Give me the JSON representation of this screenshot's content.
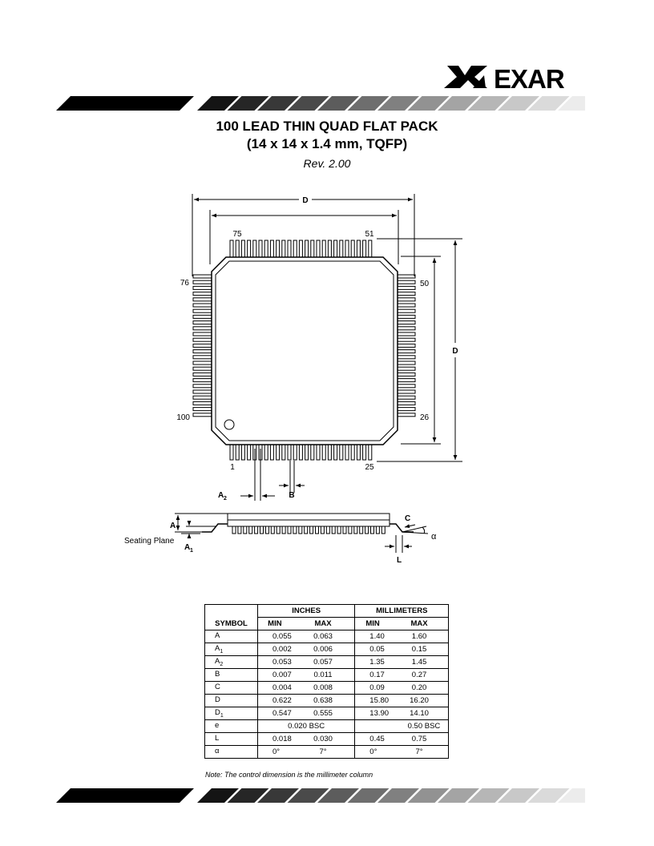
{
  "logo": {
    "text": "EXAR"
  },
  "title": {
    "line1": "100 LEAD THIN QUAD FLAT PACK",
    "line2": "(14 x 14 x 1.4 mm, TQFP)"
  },
  "revision": "Rev. 2.00",
  "diagram": {
    "dim_d_top": "D",
    "dim_d_right": "D",
    "pins": {
      "p75": "75",
      "p51": "51",
      "p76": "76",
      "p50": "50",
      "p100": "100",
      "p26": "26",
      "p1": "1",
      "p25": "25"
    },
    "labels": {
      "a2_main": "A",
      "a2_sub": "2",
      "b": "B",
      "a": "A",
      "a1_main": "A",
      "a1_sub": "1",
      "seating": "Seating Plane",
      "c": "C",
      "alpha": "α",
      "l": "L"
    }
  },
  "table": {
    "group_inches": "INCHES",
    "group_mm": "MILLIMETERS",
    "col_symbol": "SYMBOL",
    "col_min_in": "MIN",
    "col_max_in": "MAX",
    "col_min_mm": "MIN",
    "col_max_mm": "MAX",
    "rows": [
      {
        "sym": "A",
        "sub": "",
        "min_in": "0.055",
        "max_in": "0.063",
        "min_mm": "1.40",
        "max_mm": "1.60"
      },
      {
        "sym": "A",
        "sub": "1",
        "min_in": "0.002",
        "max_in": "0.006",
        "min_mm": "0.05",
        "max_mm": "0.15"
      },
      {
        "sym": "A",
        "sub": "2",
        "min_in": "0.053",
        "max_in": "0.057",
        "min_mm": "1.35",
        "max_mm": "1.45"
      },
      {
        "sym": "B",
        "sub": "",
        "min_in": "0.007",
        "max_in": "0.011",
        "min_mm": "0.17",
        "max_mm": "0.27"
      },
      {
        "sym": "C",
        "sub": "",
        "min_in": "0.004",
        "max_in": "0.008",
        "min_mm": "0.09",
        "max_mm": "0.20"
      },
      {
        "sym": "D",
        "sub": "",
        "min_in": "0.622",
        "max_in": "0.638",
        "min_mm": "15.80",
        "max_mm": "16.20"
      },
      {
        "sym": "D",
        "sub": "1",
        "min_in": "0.547",
        "max_in": "0.555",
        "min_mm": "13.90",
        "max_mm": "14.10"
      },
      {
        "sym": "e",
        "sub": "",
        "in_span": "0.020 BSC",
        "mm_span": "0.50 BSC"
      },
      {
        "sym": "L",
        "sub": "",
        "min_in": "0.018",
        "max_in": "0.030",
        "min_mm": "0.45",
        "max_mm": "0.75"
      },
      {
        "sym": "α",
        "sub": "",
        "min_in": "0°",
        "max_in": "7°",
        "min_mm": "0°",
        "max_mm": "7°"
      }
    ]
  },
  "note": "Note:  The control dimension is the millimeter column"
}
